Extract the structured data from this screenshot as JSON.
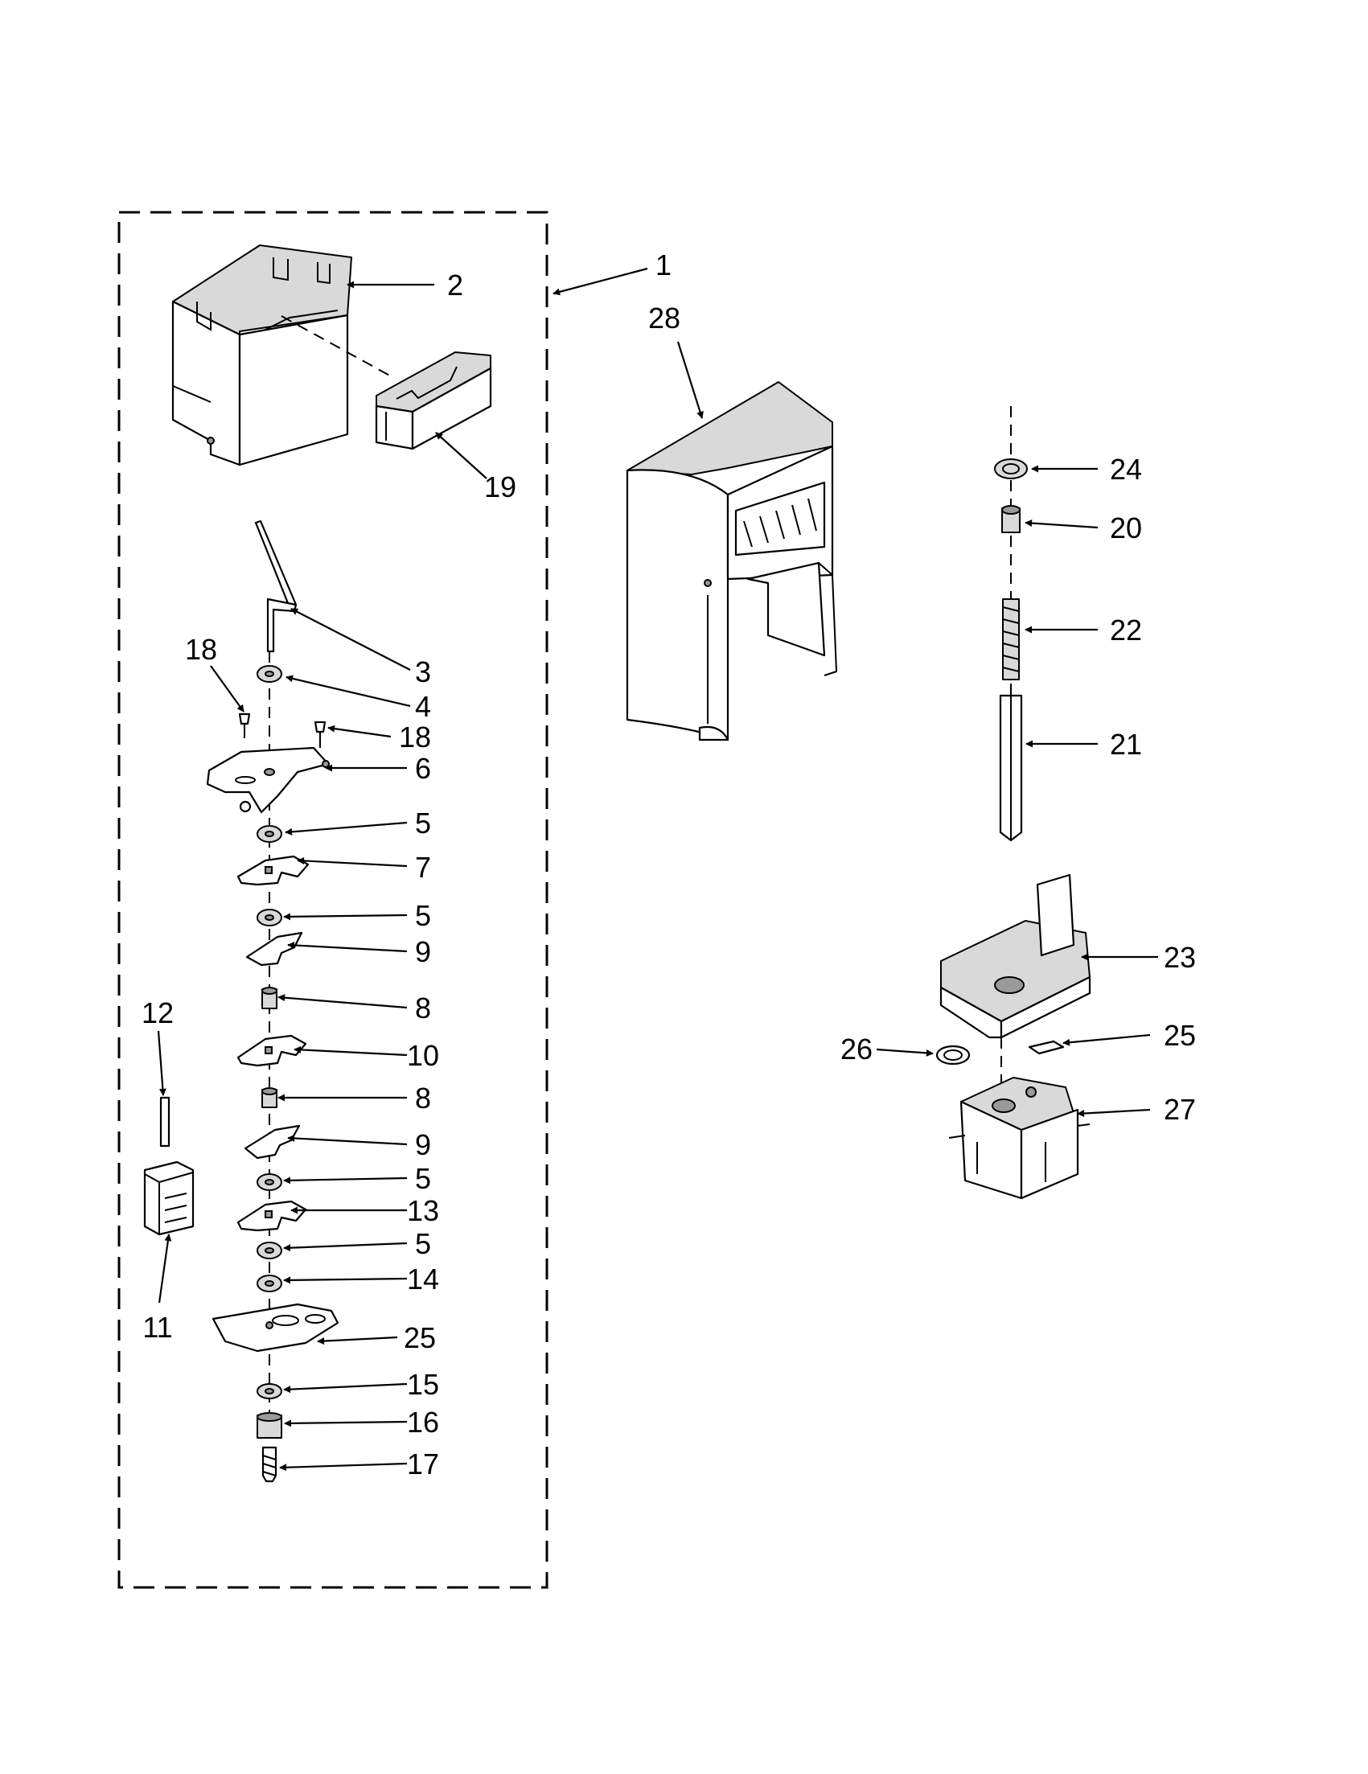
{
  "callouts": [
    "1",
    "2",
    "19",
    "28",
    "3",
    "18",
    "4",
    "18",
    "6",
    "5",
    "7",
    "5",
    "9",
    "8",
    "10",
    "8",
    "9",
    "5",
    "13",
    "5",
    "14",
    "25",
    "15",
    "16",
    "17",
    "12",
    "11",
    "24",
    "20",
    "22",
    "21",
    "23",
    "25",
    "26",
    "27"
  ]
}
